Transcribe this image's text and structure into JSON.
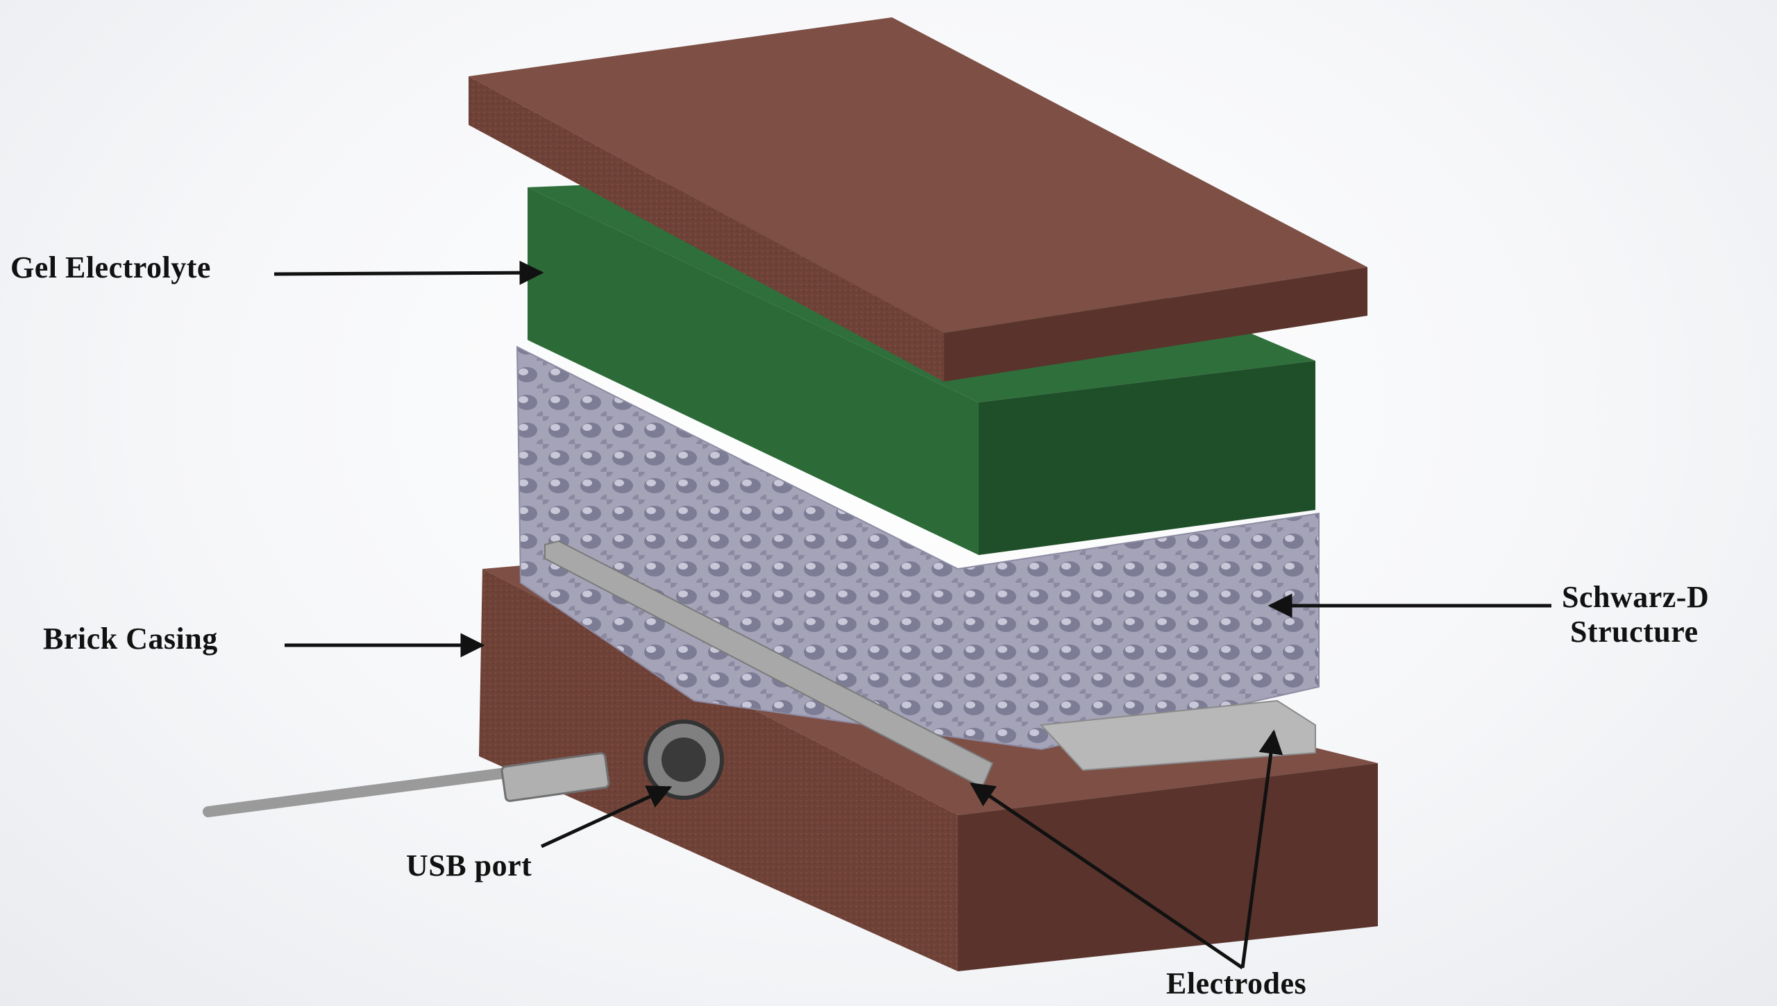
{
  "labels": {
    "gel_electrolyte": "Gel Electrolyte",
    "brick_casing": "Brick Casing",
    "schwarz_line1": "Schwarz-D",
    "schwarz_line2": "Structure",
    "usb_port": "USB port",
    "electrodes": "Electrodes"
  },
  "colors": {
    "brick_top": "#7d4f45",
    "brick_front": "#6b3f36",
    "brick_side": "#5a342c",
    "gel_top": "#2f6f3c",
    "gel_front": "#2c6a38",
    "gel_side": "#1f4f29",
    "lattice": "#9a9ab0",
    "electrode": "#a8a8a8",
    "arrow": "#111111"
  }
}
